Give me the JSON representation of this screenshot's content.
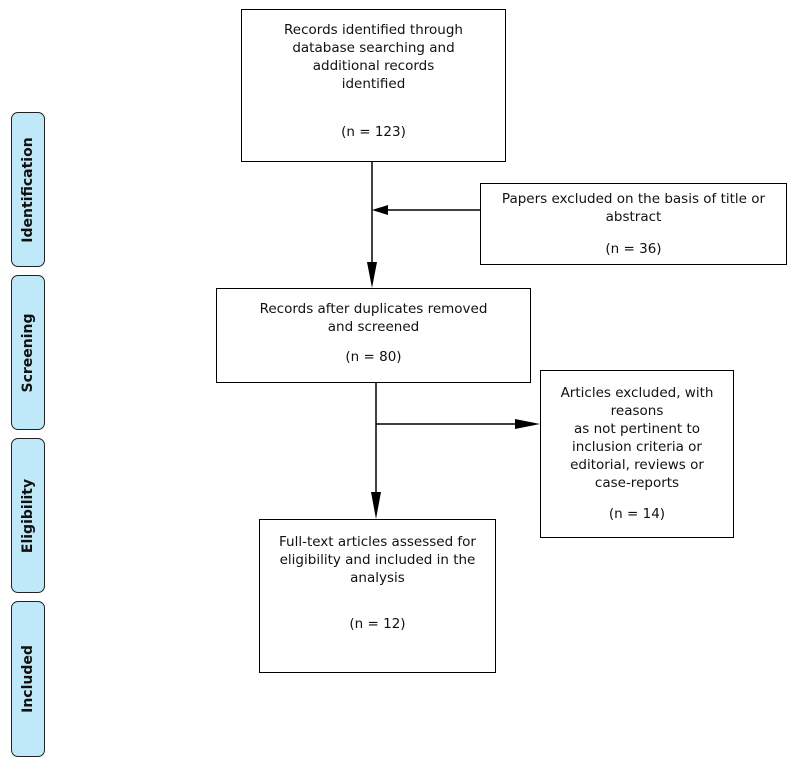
{
  "stages": {
    "identification": "Identification",
    "screening": "Screening",
    "eligibility": "Eligibility",
    "included": "Included"
  },
  "boxes": {
    "identified": {
      "lines": [
        "Records identified through",
        "database searching and",
        "additional records",
        "identified"
      ],
      "count": "(n = 123)"
    },
    "excluded_title": {
      "lines": [
        "Papers excluded on the basis of title or",
        "abstract"
      ],
      "count": "(n = 36)"
    },
    "screened": {
      "lines": [
        "Records after duplicates removed",
        "and screened"
      ],
      "count": "(n = 80)"
    },
    "excluded_reasons": {
      "lines": [
        "Articles excluded, with",
        "reasons",
        "as not pertinent to",
        "inclusion criteria or",
        "editorial, reviews or",
        "case-reports"
      ],
      "count": "(n = 14)"
    },
    "included": {
      "lines": [
        "Full-text articles assessed for",
        "eligibility and included in the",
        "analysis"
      ],
      "count": "(n = 12)"
    }
  }
}
